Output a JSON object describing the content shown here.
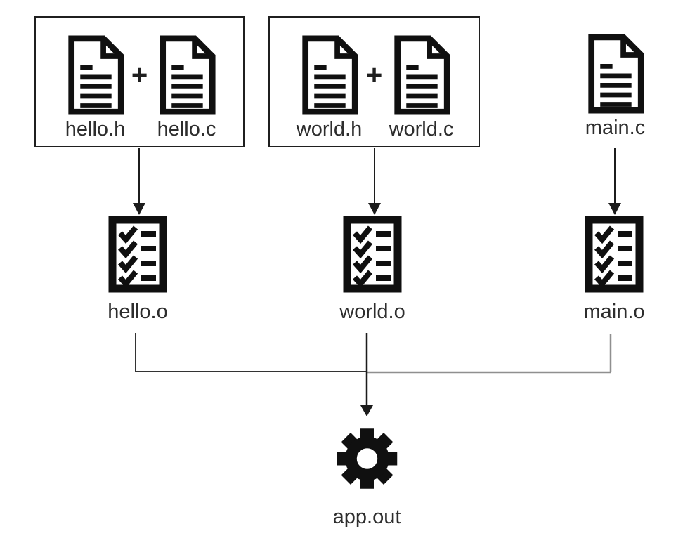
{
  "diagram_title": "c-compilation-flow",
  "colors": {
    "background": "#ffffff",
    "icon_ink": "#101010",
    "text_ink": "#2d2d2d",
    "box_border": "#1f1f1f",
    "arrow_dark": "#1c1c1c",
    "connector_dark": "#333333",
    "connector_gray": "#8f8f8f"
  },
  "source_row": {
    "groups": [
      {
        "boxed": true,
        "operator": "+",
        "files": [
          "hello.h",
          "hello.c"
        ]
      },
      {
        "boxed": true,
        "operator": "+",
        "files": [
          "world.h",
          "world.c"
        ]
      },
      {
        "boxed": false,
        "files": [
          "main.c"
        ]
      }
    ]
  },
  "object_row": {
    "files": [
      "hello.o",
      "world.o",
      "main.o"
    ]
  },
  "output": {
    "label": "app.out"
  },
  "icons": {
    "source_file": "document-icon",
    "object_file": "checklist-icon",
    "output_binary": "gear-icon",
    "flow": "arrow-down-icon"
  }
}
